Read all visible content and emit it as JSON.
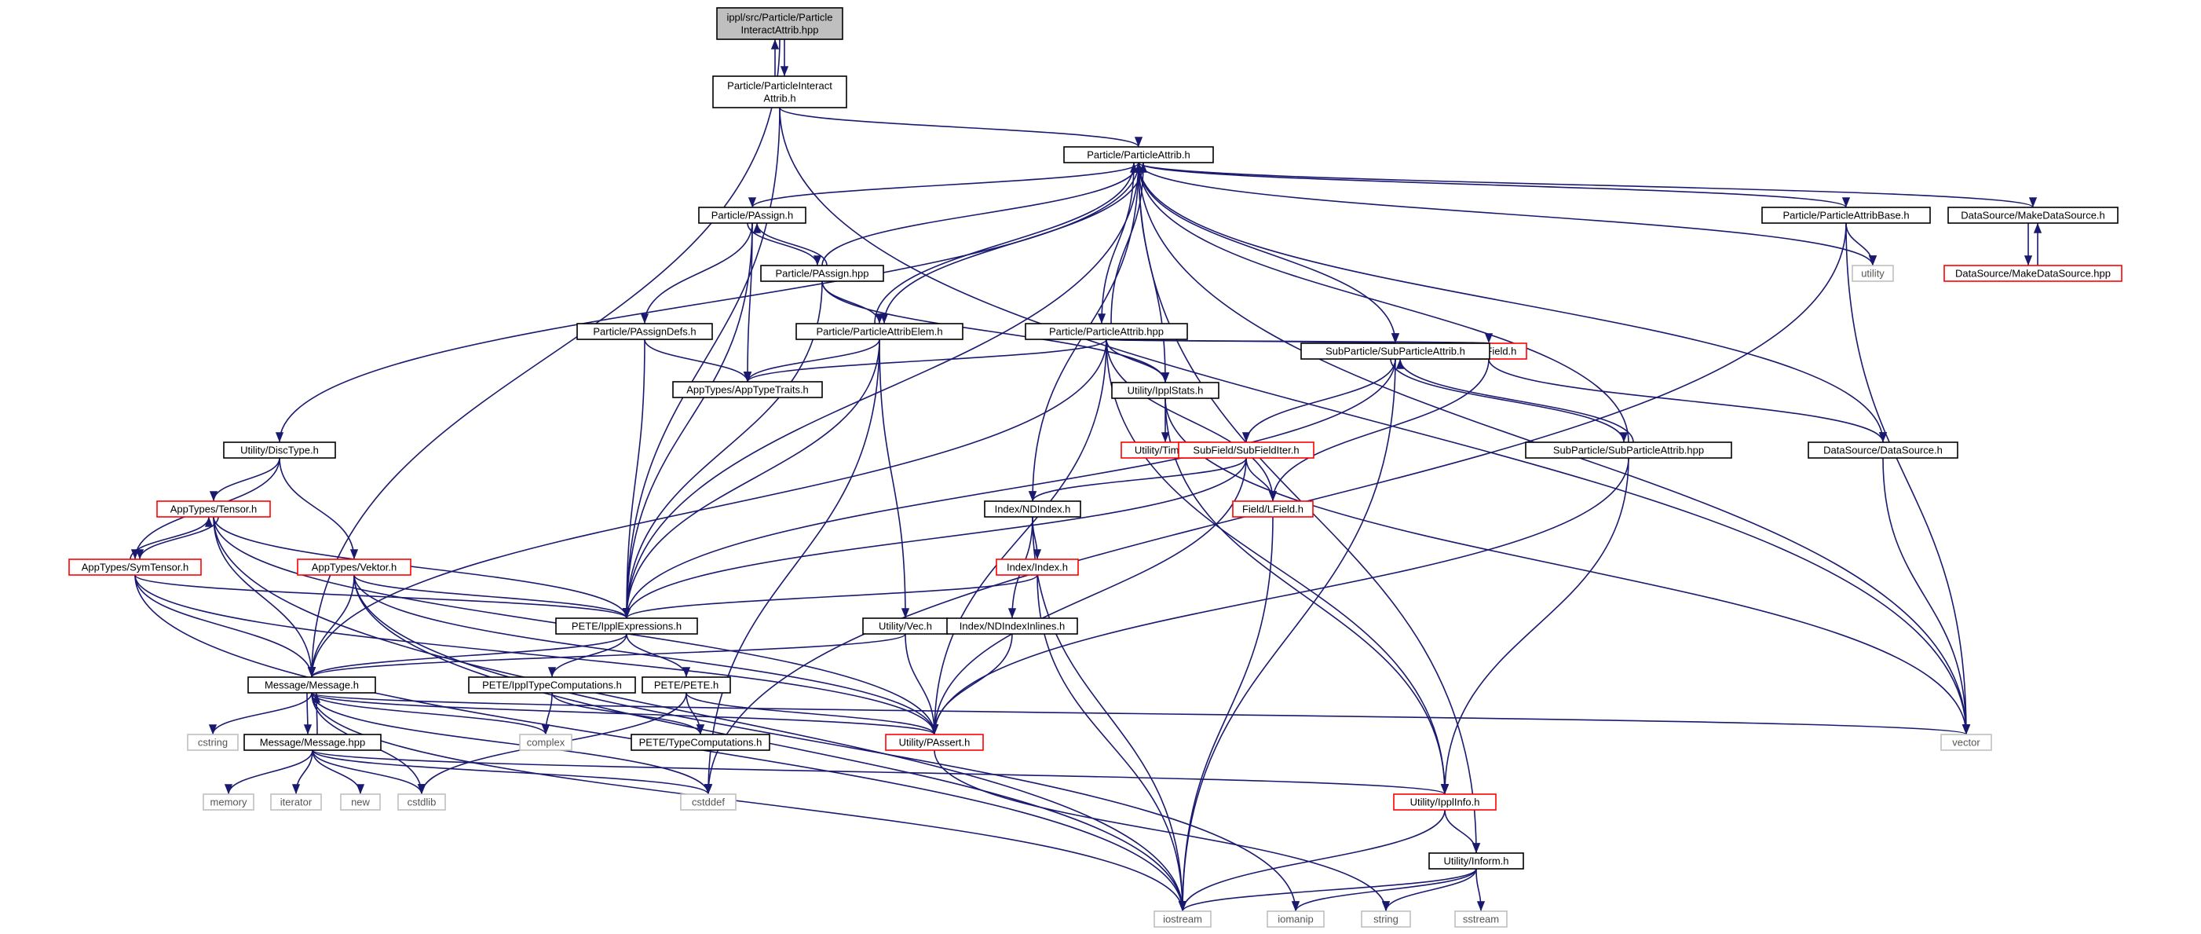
{
  "colors": {
    "edge": "#191970",
    "node_border_default": "#000000",
    "node_border_missing": "#ff0000",
    "node_border_system": "#bfbfbf",
    "node_fill_root": "#bfbfbf",
    "node_fill": "#ffffff"
  },
  "nodes": [
    {
      "id": "root",
      "lines": [
        "ippl/src/Particle/Particle",
        "InteractAttrib.hpp"
      ],
      "kind": "root"
    },
    {
      "id": "pia_h",
      "lines": [
        "Particle/ParticleInteract",
        "Attrib.h"
      ],
      "kind": "normal"
    },
    {
      "id": "pattrib_h",
      "lines": [
        "Particle/ParticleAttrib.h"
      ],
      "kind": "normal"
    },
    {
      "id": "passign_h",
      "lines": [
        "Particle/PAssign.h"
      ],
      "kind": "normal"
    },
    {
      "id": "passign_hpp",
      "lines": [
        "Particle/PAssign.hpp"
      ],
      "kind": "normal"
    },
    {
      "id": "passigndefs_h",
      "lines": [
        "Particle/PAssignDefs.h"
      ],
      "kind": "normal"
    },
    {
      "id": "pae_h",
      "lines": [
        "Particle/ParticleAttribElem.h"
      ],
      "kind": "normal"
    },
    {
      "id": "pattrib_hpp",
      "lines": [
        "Particle/ParticleAttrib.hpp"
      ],
      "kind": "normal"
    },
    {
      "id": "apptypetraits",
      "lines": [
        "AppTypes/AppTypeTraits.h"
      ],
      "kind": "normal"
    },
    {
      "id": "pab_h",
      "lines": [
        "Particle/ParticleAttribBase.h"
      ],
      "kind": "normal"
    },
    {
      "id": "makeds_h",
      "lines": [
        "DataSource/MakeDataSource.h"
      ],
      "kind": "normal"
    },
    {
      "id": "makeds_hpp",
      "lines": [
        "DataSource/MakeDataSource.hpp"
      ],
      "kind": "missing"
    },
    {
      "id": "utility",
      "lines": [
        "utility"
      ],
      "kind": "system"
    },
    {
      "id": "field_h",
      "lines": [
        "Field/Field.h"
      ],
      "kind": "missing"
    },
    {
      "id": "subpa_h",
      "lines": [
        "SubParticle/SubParticleAttrib.h"
      ],
      "kind": "normal"
    },
    {
      "id": "subpa_hpp",
      "lines": [
        "SubParticle/SubParticleAttrib.hpp"
      ],
      "kind": "normal"
    },
    {
      "id": "ipplstats",
      "lines": [
        "Utility/IpplStats.h"
      ],
      "kind": "normal"
    },
    {
      "id": "timer",
      "lines": [
        "Utility/Timer.h"
      ],
      "kind": "missing"
    },
    {
      "id": "datasource_h",
      "lines": [
        "DataSource/DataSource.h"
      ],
      "kind": "normal"
    },
    {
      "id": "disctype",
      "lines": [
        "Utility/DiscType.h"
      ],
      "kind": "normal"
    },
    {
      "id": "tensor",
      "lines": [
        "AppTypes/Tensor.h"
      ],
      "kind": "missing"
    },
    {
      "id": "symtensor",
      "lines": [
        "AppTypes/SymTensor.h"
      ],
      "kind": "missing"
    },
    {
      "id": "vektor",
      "lines": [
        "AppTypes/Vektor.h"
      ],
      "kind": "missing"
    },
    {
      "id": "subfielditer",
      "lines": [
        "SubField/SubFieldIter.h"
      ],
      "kind": "missing"
    },
    {
      "id": "ndindex",
      "lines": [
        "Index/NDIndex.h"
      ],
      "kind": "normal"
    },
    {
      "id": "lfield",
      "lines": [
        "Field/LField.h"
      ],
      "kind": "missing"
    },
    {
      "id": "index_h",
      "lines": [
        "Index/Index.h"
      ],
      "kind": "missing"
    },
    {
      "id": "ipplexpr",
      "lines": [
        "PETE/IpplExpressions.h"
      ],
      "kind": "normal"
    },
    {
      "id": "vec_h",
      "lines": [
        "Utility/Vec.h"
      ],
      "kind": "normal"
    },
    {
      "id": "ndindexinl",
      "lines": [
        "Index/NDIndexInlines.h"
      ],
      "kind": "normal"
    },
    {
      "id": "message_h",
      "lines": [
        "Message/Message.h"
      ],
      "kind": "normal"
    },
    {
      "id": "ippltypecomp",
      "lines": [
        "PETE/IpplTypeComputations.h"
      ],
      "kind": "normal"
    },
    {
      "id": "pete_h",
      "lines": [
        "PETE/PETE.h"
      ],
      "kind": "normal"
    },
    {
      "id": "passert",
      "lines": [
        "Utility/PAssert.h"
      ],
      "kind": "missing"
    },
    {
      "id": "vector",
      "lines": [
        "vector"
      ],
      "kind": "system"
    },
    {
      "id": "cstring",
      "lines": [
        "cstring"
      ],
      "kind": "system"
    },
    {
      "id": "message_hpp",
      "lines": [
        "Message/Message.hpp"
      ],
      "kind": "normal"
    },
    {
      "id": "complex",
      "lines": [
        "complex"
      ],
      "kind": "system"
    },
    {
      "id": "typecomp",
      "lines": [
        "PETE/TypeComputations.h"
      ],
      "kind": "normal"
    },
    {
      "id": "memory",
      "lines": [
        "memory"
      ],
      "kind": "system"
    },
    {
      "id": "iterator",
      "lines": [
        "iterator"
      ],
      "kind": "system"
    },
    {
      "id": "new",
      "lines": [
        "new"
      ],
      "kind": "system"
    },
    {
      "id": "cstdlib",
      "lines": [
        "cstdlib"
      ],
      "kind": "system"
    },
    {
      "id": "cstddef",
      "lines": [
        "cstddef"
      ],
      "kind": "system"
    },
    {
      "id": "ipplinfo",
      "lines": [
        "Utility/IpplInfo.h"
      ],
      "kind": "missing"
    },
    {
      "id": "inform",
      "lines": [
        "Utility/Inform.h"
      ],
      "kind": "normal"
    },
    {
      "id": "iostream",
      "lines": [
        "iostream"
      ],
      "kind": "system"
    },
    {
      "id": "iomanip",
      "lines": [
        "iomanip"
      ],
      "kind": "system"
    },
    {
      "id": "string",
      "lines": [
        "string"
      ],
      "kind": "system"
    },
    {
      "id": "sstream",
      "lines": [
        "sstream"
      ],
      "kind": "system"
    }
  ],
  "edges": [
    [
      "root",
      "pia_h"
    ],
    [
      "pia_h",
      "root"
    ],
    [
      "root",
      "message_h"
    ],
    [
      "pia_h",
      "pattrib_h"
    ],
    [
      "pia_h",
      "ipplexpr"
    ],
    [
      "pia_h",
      "vector"
    ],
    [
      "pattrib_h",
      "passign_h"
    ],
    [
      "pattrib_h",
      "pae_h"
    ],
    [
      "pattrib_h",
      "pattrib_hpp"
    ],
    [
      "pattrib_h",
      "pab_h"
    ],
    [
      "pattrib_h",
      "makeds_h"
    ],
    [
      "pattrib_h",
      "datasource_h"
    ],
    [
      "pattrib_h",
      "utility"
    ],
    [
      "pattrib_h",
      "subpa_h"
    ],
    [
      "pattrib_h",
      "ipplstats"
    ],
    [
      "pattrib_h",
      "ndindex"
    ],
    [
      "pattrib_h",
      "inform"
    ],
    [
      "pattrib_h",
      "ipplexpr"
    ],
    [
      "pattrib_h",
      "disctype"
    ],
    [
      "pattrib_h",
      "vector"
    ],
    [
      "passign_h",
      "passign_hpp"
    ],
    [
      "passign_h",
      "passigndefs_h"
    ],
    [
      "passign_h",
      "apptypetraits"
    ],
    [
      "passign_h",
      "ipplexpr"
    ],
    [
      "passign_hpp",
      "passign_h"
    ],
    [
      "passign_hpp",
      "pattrib_h"
    ],
    [
      "passign_hpp",
      "pae_h"
    ],
    [
      "passign_hpp",
      "ipplstats"
    ],
    [
      "passign_hpp",
      "ipplexpr"
    ],
    [
      "passigndefs_h",
      "apptypetraits"
    ],
    [
      "passigndefs_h",
      "ipplexpr"
    ],
    [
      "pae_h",
      "pattrib_h"
    ],
    [
      "pae_h",
      "apptypetraits"
    ],
    [
      "pae_h",
      "vec_h"
    ],
    [
      "pae_h",
      "ipplexpr"
    ],
    [
      "pae_h",
      "cstddef"
    ],
    [
      "pattrib_hpp",
      "pattrib_h"
    ],
    [
      "pattrib_hpp",
      "apptypetraits"
    ],
    [
      "pattrib_hpp",
      "ipplstats"
    ],
    [
      "pattrib_hpp",
      "subpa_h"
    ],
    [
      "pattrib_hpp",
      "field_h"
    ],
    [
      "pattrib_hpp",
      "lfield"
    ],
    [
      "pattrib_hpp",
      "message_h"
    ],
    [
      "pattrib_hpp",
      "passert"
    ],
    [
      "pattrib_hpp",
      "ipplinfo"
    ],
    [
      "pab_h",
      "utility"
    ],
    [
      "pab_h",
      "vector"
    ],
    [
      "pab_h",
      "cstddef"
    ],
    [
      "makeds_h",
      "makeds_hpp"
    ],
    [
      "makeds_hpp",
      "makeds_h"
    ],
    [
      "field_h",
      "datasource_h"
    ],
    [
      "field_h",
      "lfield"
    ],
    [
      "subpa_h",
      "subpa_hpp"
    ],
    [
      "subpa_h",
      "subfielditer"
    ],
    [
      "subpa_h",
      "ipplexpr"
    ],
    [
      "subpa_h",
      "iostream"
    ],
    [
      "subpa_hpp",
      "subpa_h"
    ],
    [
      "subpa_hpp",
      "pattrib_h"
    ],
    [
      "subpa_hpp",
      "passert"
    ],
    [
      "subpa_hpp",
      "ipplinfo"
    ],
    [
      "ipplstats",
      "timer"
    ],
    [
      "ipplstats",
      "ipplinfo"
    ],
    [
      "ipplstats",
      "vector"
    ],
    [
      "datasource_h",
      "vector"
    ],
    [
      "disctype",
      "tensor"
    ],
    [
      "disctype",
      "symtensor"
    ],
    [
      "disctype",
      "vektor"
    ],
    [
      "tensor",
      "symtensor"
    ],
    [
      "tensor",
      "ipplexpr"
    ],
    [
      "tensor",
      "message_h"
    ],
    [
      "tensor",
      "passert"
    ],
    [
      "tensor",
      "iostream"
    ],
    [
      "symtensor",
      "tensor"
    ],
    [
      "symtensor",
      "ipplexpr"
    ],
    [
      "symtensor",
      "message_h"
    ],
    [
      "symtensor",
      "passert"
    ],
    [
      "symtensor",
      "iostream"
    ],
    [
      "vektor",
      "ipplexpr"
    ],
    [
      "vektor",
      "message_h"
    ],
    [
      "vektor",
      "passert"
    ],
    [
      "vektor",
      "iostream"
    ],
    [
      "vektor",
      "iomanip"
    ],
    [
      "subfielditer",
      "ndindex"
    ],
    [
      "subfielditer",
      "lfield"
    ],
    [
      "subfielditer",
      "ipplexpr"
    ],
    [
      "subfielditer",
      "passert"
    ],
    [
      "ndindex",
      "index_h"
    ],
    [
      "ndindex",
      "ndindexinl"
    ],
    [
      "ndindex",
      "iostream"
    ],
    [
      "lfield",
      "iostream"
    ],
    [
      "index_h",
      "ipplexpr"
    ],
    [
      "index_h",
      "iostream"
    ],
    [
      "ndindexinl",
      "passert"
    ],
    [
      "ipplexpr",
      "message_h"
    ],
    [
      "ipplexpr",
      "ippltypecomp"
    ],
    [
      "ipplexpr",
      "pete_h"
    ],
    [
      "vec_h",
      "message_h"
    ],
    [
      "vec_h",
      "passert"
    ],
    [
      "message_h",
      "message_hpp"
    ],
    [
      "message_h",
      "cstring"
    ],
    [
      "message_h",
      "complex"
    ],
    [
      "message_h",
      "cstdlib"
    ],
    [
      "message_h",
      "cstddef"
    ],
    [
      "message_h",
      "vector"
    ],
    [
      "message_h",
      "iostream"
    ],
    [
      "message_h",
      "passert"
    ],
    [
      "message_hpp",
      "message_h"
    ],
    [
      "message_hpp",
      "memory"
    ],
    [
      "message_hpp",
      "iterator"
    ],
    [
      "message_hpp",
      "new"
    ],
    [
      "message_hpp",
      "cstdlib"
    ],
    [
      "message_hpp",
      "cstddef"
    ],
    [
      "message_hpp",
      "ipplinfo"
    ],
    [
      "ippltypecomp",
      "complex"
    ],
    [
      "ippltypecomp",
      "typecomp"
    ],
    [
      "pete_h",
      "typecomp"
    ],
    [
      "pete_h",
      "passert"
    ],
    [
      "pete_h",
      "cstdlib"
    ],
    [
      "passert",
      "string"
    ],
    [
      "ipplinfo",
      "inform"
    ],
    [
      "ipplinfo",
      "iostream"
    ],
    [
      "inform",
      "iostream"
    ],
    [
      "inform",
      "iomanip"
    ],
    [
      "inform",
      "string"
    ],
    [
      "inform",
      "sstream"
    ]
  ]
}
